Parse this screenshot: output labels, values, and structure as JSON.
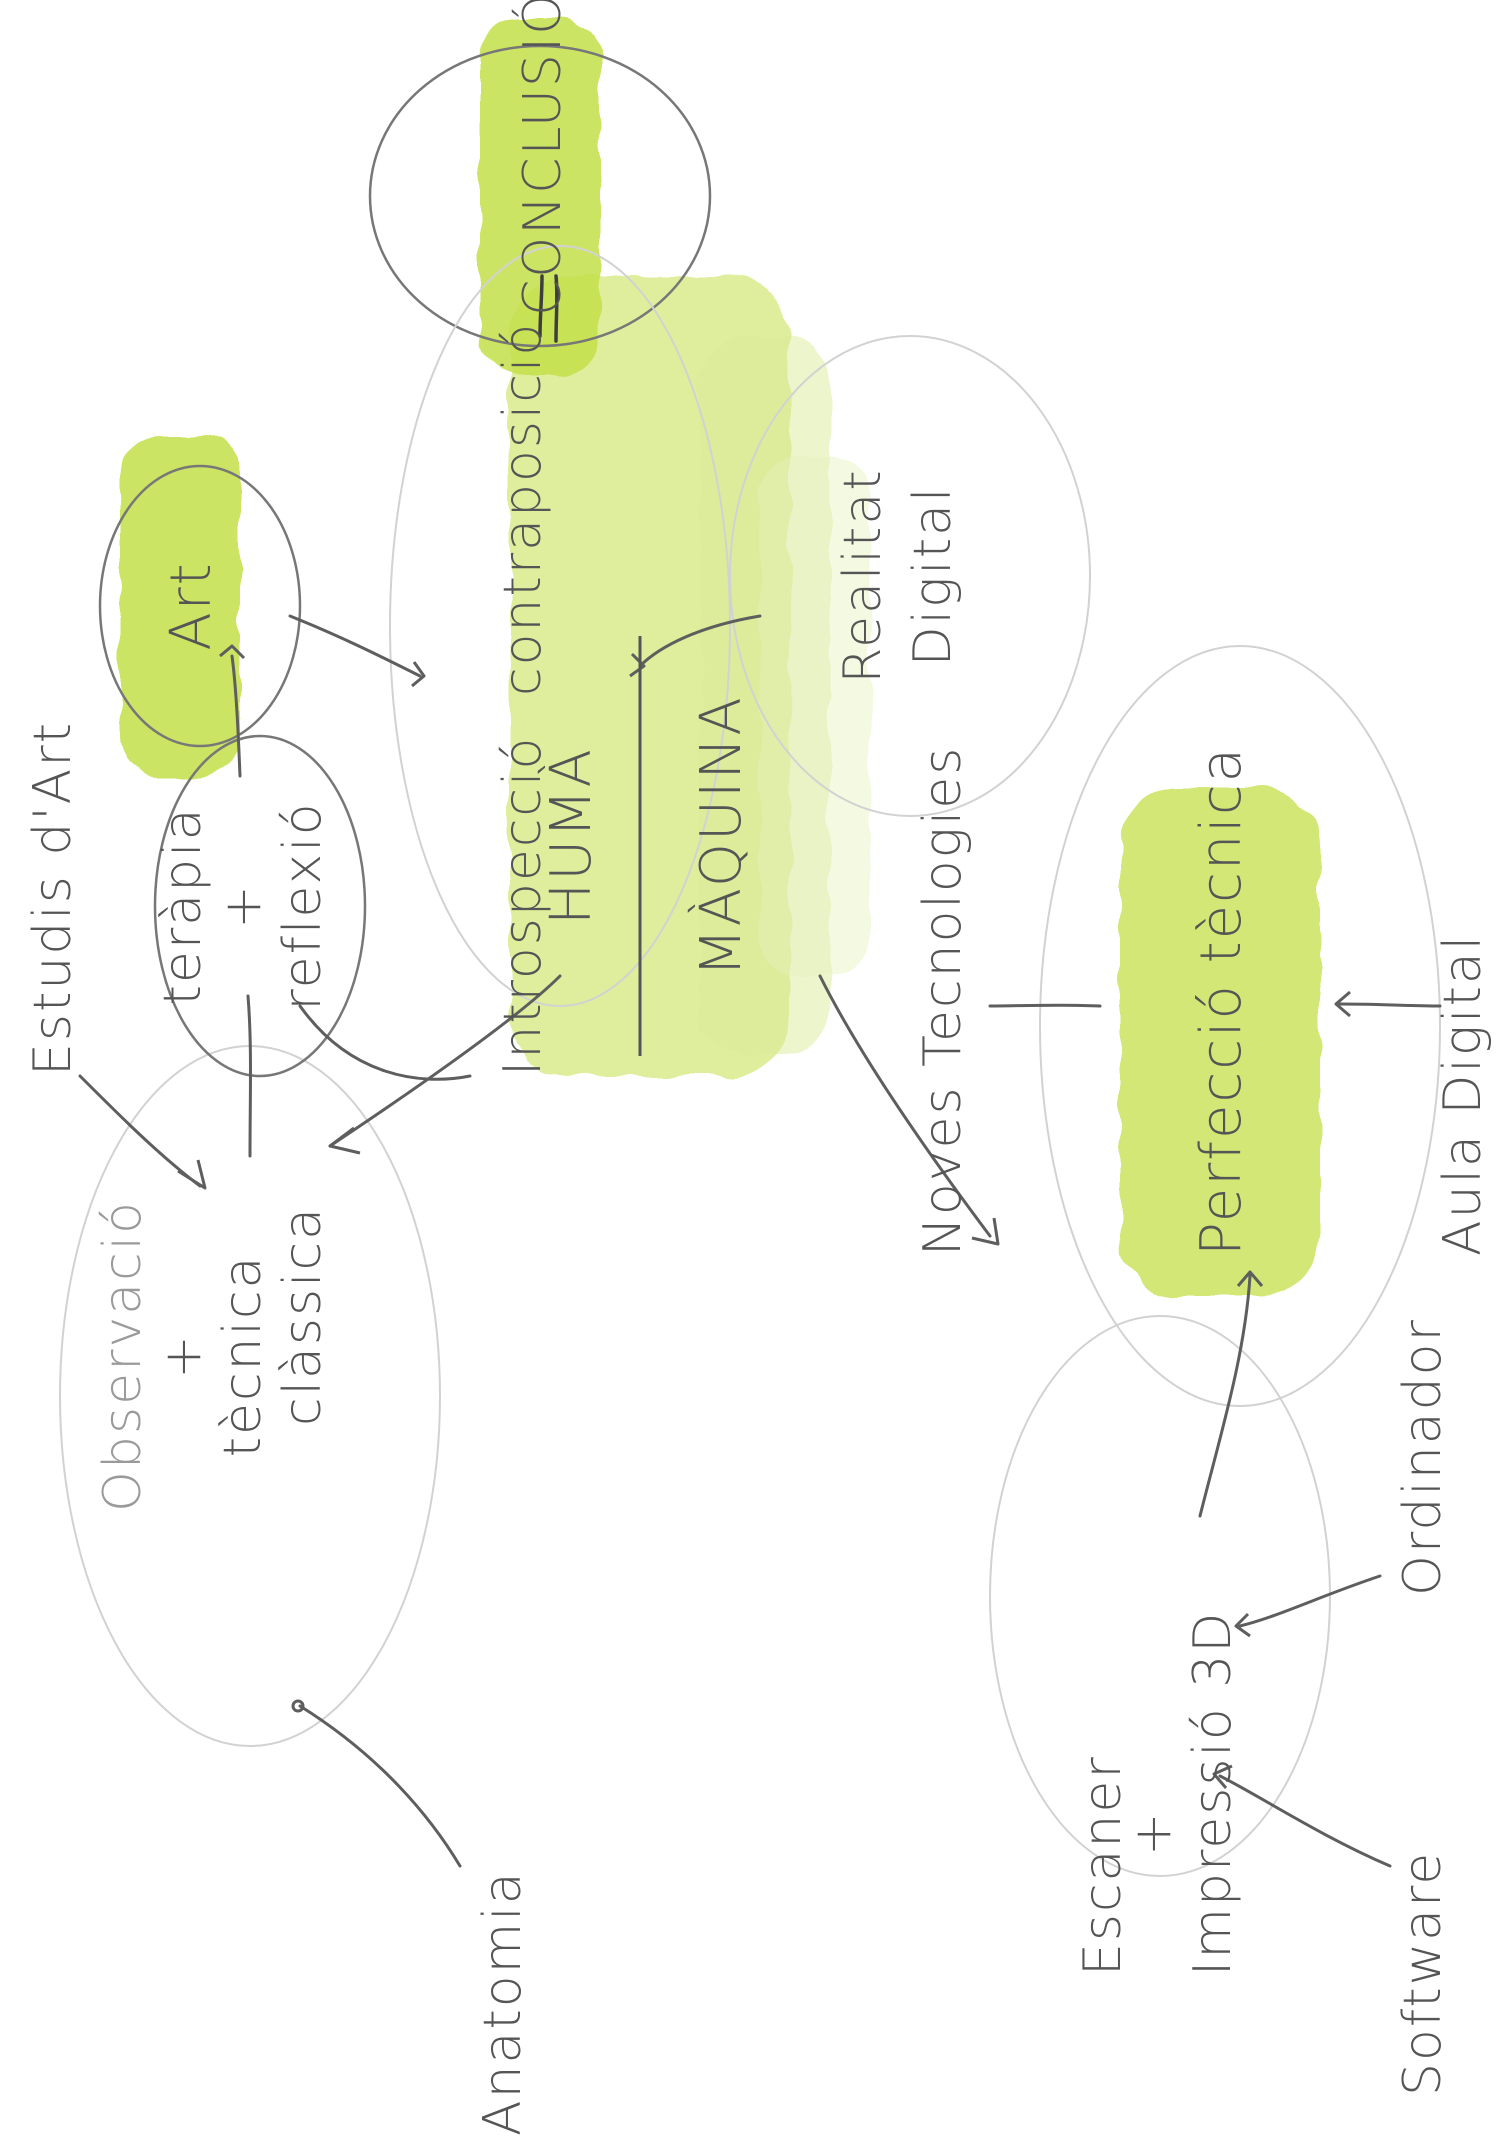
{
  "colors": {
    "highlight": "#c4e04a",
    "highlight_light": "#dbec9a",
    "ink": "#555555",
    "ink_light": "#9a9a9a"
  },
  "nodes": {
    "huma": "HUMÀ",
    "maquina": "MÀQUINA",
    "observacio": "Observació",
    "plus_1": "+",
    "tecnica": "tècnica",
    "classica": "clàssica",
    "anatomia": "Anatomia",
    "estudis_art": "Estudis d'Art",
    "terapia": "teràpia",
    "plus_2": "+",
    "reflexio": "reflexió",
    "art": "Art",
    "introspeccio": "Introspecció",
    "contraposicio": "contraposició",
    "conclusio": "CONCLUSIÓ",
    "realitat": "Realitat",
    "digital_1": "Digital",
    "noves_tecnologies": "Noves Tecnologies",
    "perfeccio_tecnica": "Perfecció tècnica",
    "aula_digital": "Aula Digital",
    "escaner": "Escaner",
    "plus_3": "+",
    "impressio_3d": "Impressió 3D",
    "ordinador": "Ordinador",
    "software": "Software"
  }
}
